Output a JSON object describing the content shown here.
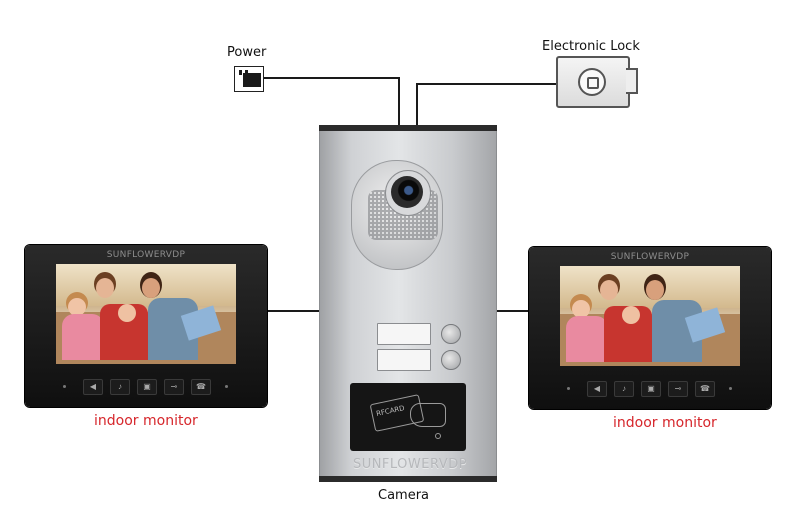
{
  "labels": {
    "power": "Power",
    "lock": "Electronic Lock",
    "camera": "Camera",
    "monitor_left": "indoor monitor",
    "monitor_right": "indoor monitor"
  },
  "brand": {
    "monitor_left": "SUNFLOWERVDP",
    "monitor_right": "SUNFLOWERVDP",
    "panel": "SUNFLOWERVDP"
  },
  "rfid_card_text": "RFCARD",
  "colors": {
    "label_red": "#d6262b",
    "wire": "#1a1a1a",
    "panel_metal": "#c9cbce",
    "monitor_body": "#111111"
  },
  "icons": {
    "power": "power-socket-icon",
    "lock": "electronic-lock-icon",
    "monitor_buttons": [
      "volume-icon",
      "talk-icon",
      "monitor-icon",
      "unlock-icon",
      "hangup-icon"
    ]
  }
}
